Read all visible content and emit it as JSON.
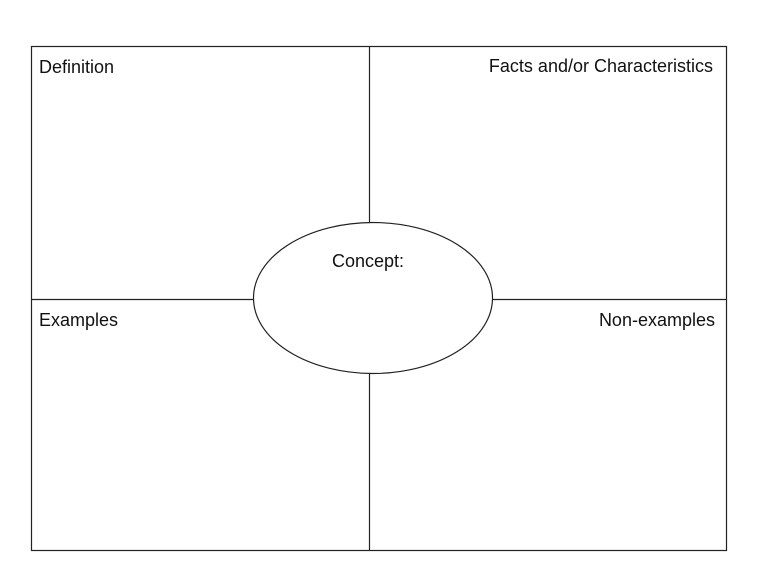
{
  "quadrants": {
    "top_left": "Definition",
    "top_right": "Facts and/or Characteristics",
    "bottom_left": "Examples",
    "bottom_right": "Non-examples"
  },
  "center": {
    "label": "Concept:"
  }
}
